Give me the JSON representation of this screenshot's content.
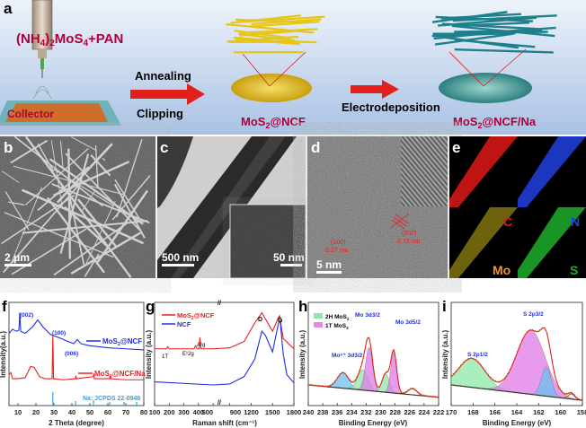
{
  "panel_a": {
    "letter": "a",
    "precursor": {
      "p1": "(NH",
      "s1": "4",
      "p2": ")",
      "s2": "2",
      "p3": "MoS",
      "s3": "4",
      "p4": "+PAN"
    },
    "collector": "Collector",
    "step1_top": "Annealing",
    "step1_bottom": "Clipping",
    "product1": {
      "pre": "MoS",
      "sub": "2",
      "post": "@NCF"
    },
    "step2": "Electrodeposition",
    "product2": {
      "pre": "MoS",
      "sub": "2",
      "post": "@NCF/Na"
    },
    "colors": {
      "label": "#b0003a",
      "arrow": "#e0201b",
      "fiber1": "#e6c619",
      "fiber2": "#1f7f8c"
    }
  },
  "panel_b": {
    "letter": "b",
    "scale": "2 μm"
  },
  "panel_c": {
    "letter": "c",
    "scale": "500 nm",
    "inset_scale": "50 nm"
  },
  "panel_d": {
    "letter": "d",
    "scale": "5 nm",
    "plane1": "(002)",
    "spacing1": "0.72 nm",
    "plane2": "(100)",
    "spacing2": "0.27 nm"
  },
  "panel_e": {
    "letter": "e",
    "maps": [
      {
        "element": "C",
        "color": "#e01818"
      },
      {
        "element": "N",
        "color": "#2040e0"
      },
      {
        "element": "Mo",
        "color": "#c8b418"
      },
      {
        "element": "S",
        "color": "#1fae2a"
      }
    ]
  },
  "chart_data": [
    {
      "panel": "f",
      "type": "line",
      "xlabel": "2 Theta (degree)",
      "ylabel": "Intensity(a.u.)",
      "xlim": [
        5,
        80
      ],
      "ylim": [
        0,
        100
      ],
      "xticks": [
        10,
        20,
        30,
        40,
        50,
        60,
        70,
        80
      ],
      "series": [
        {
          "name": {
            "pre": "MoS",
            "sub": "2",
            "post": "@NCF"
          },
          "color": "#1f2fe6",
          "x": [
            5,
            7,
            9,
            10.5,
            11,
            11.5,
            14,
            18,
            21,
            24,
            28,
            31,
            34,
            38,
            41,
            43,
            45,
            50,
            55,
            60,
            70,
            80
          ],
          "y": [
            70,
            74,
            72,
            73,
            90,
            72,
            70,
            76,
            83,
            76,
            69,
            67,
            65,
            62,
            60,
            64,
            60,
            58,
            57,
            56,
            55,
            54
          ]
        },
        {
          "name": {
            "pre": "MoS",
            "sub": "2",
            "post": "@NCF/Na"
          },
          "color": "#e82020",
          "x": [
            5,
            6,
            7,
            10,
            14,
            17,
            19,
            22,
            25,
            29,
            29.4,
            29.8,
            35,
            42,
            42.2,
            42.5,
            52,
            52.2,
            52.5,
            61,
            61.2,
            61.5,
            70,
            80
          ],
          "y": [
            30,
            32,
            26,
            26,
            27,
            38,
            37,
            28,
            26,
            26,
            68,
            26,
            25,
            26,
            29,
            26,
            28,
            31,
            26,
            26,
            29,
            26,
            25,
            25
          ]
        }
      ],
      "reference": {
        "label": "Na: JCPDS 22-0948",
        "color": "#29a8e8",
        "x": [
          29.4,
          42,
          52,
          61,
          69,
          76
        ],
        "y": [
          15,
          5,
          6,
          4,
          4,
          4
        ]
      },
      "annotations": [
        "(002)",
        "(100)",
        "(006)"
      ]
    },
    {
      "panel": "g",
      "type": "line",
      "xlabel": "Raman shift (cm⁻¹)",
      "ylabel": "Intensity (a.u.)",
      "segments": [
        [
          100,
          500
        ],
        [
          900,
          1800
        ]
      ],
      "ylim": [
        0,
        100
      ],
      "xticks": [
        100,
        200,
        300,
        400,
        500,
        900,
        1200,
        1500,
        1800
      ],
      "series": [
        {
          "name": {
            "pre": "MoS",
            "sub": "2",
            "post": "@NCF"
          },
          "color": "#e82020",
          "x": [
            100,
            180,
            190,
            200,
            370,
            380,
            390,
            405,
            410,
            418,
            500,
            900,
            1100,
            1250,
            1350,
            1450,
            1500,
            1580,
            1600,
            1650,
            1800
          ],
          "y": [
            55,
            55,
            57,
            55,
            55,
            58,
            55,
            55,
            66,
            55,
            55,
            56,
            62,
            80,
            90,
            78,
            72,
            85,
            87,
            65,
            55
          ]
        },
        {
          "name": {
            "pre": "NCF",
            "sub": "",
            "post": ""
          },
          "color": "#1f2fe6",
          "x": [
            100,
            500,
            900,
            1100,
            1250,
            1350,
            1400,
            1500,
            1590,
            1610,
            1650,
            1700,
            1800
          ],
          "y": [
            23,
            20,
            21,
            28,
            45,
            72,
            68,
            52,
            82,
            80,
            50,
            30,
            22
          ]
        }
      ],
      "annotations": [
        "1T",
        "E¹2g",
        "A¹g",
        "D",
        "G"
      ]
    },
    {
      "panel": "h",
      "type": "area",
      "xlabel": "Binding Energy (eV)",
      "ylabel": "Intensity (a.u.)",
      "xlim": [
        240,
        222
      ],
      "ylim": [
        0,
        100
      ],
      "xticks": [
        240,
        238,
        236,
        234,
        232,
        230,
        228,
        226,
        224,
        222
      ],
      "baseline": [
        [
          240,
          20
        ],
        [
          222,
          8
        ]
      ],
      "legend": [
        {
          "label": {
            "pre": "2H MoS",
            "sub": "2"
          },
          "color": "#8fe8a8"
        },
        {
          "label": {
            "pre": "1T MoS",
            "sub": "2"
          },
          "color": "#e48ae8"
        }
      ],
      "components": [
        {
          "center": 235.2,
          "amp": 15,
          "width": 0.8,
          "color": "#6cc0f0"
        },
        {
          "center": 232.5,
          "amp": 20,
          "width": 0.7,
          "color": "#8fe8a8"
        },
        {
          "center": 231.6,
          "amp": 42,
          "width": 0.5,
          "color": "#e07ae6"
        },
        {
          "center": 229.3,
          "amp": 18,
          "width": 0.5,
          "color": "#8fe8a8"
        },
        {
          "center": 228.2,
          "amp": 40,
          "width": 0.4,
          "color": "#e07ae6"
        },
        {
          "center": 225.6,
          "amp": 6,
          "width": 0.6,
          "color": "none"
        }
      ],
      "annotations": [
        "Mo⁶⁺ 3d3/2",
        "Mo 3d3/2",
        "Mo 3d5/2"
      ]
    },
    {
      "panel": "i",
      "type": "area",
      "xlabel": "Binding Energy (eV)",
      "ylabel": "Intensity (a.u.)",
      "xlim": [
        170,
        158
      ],
      "ylim": [
        0,
        100
      ],
      "xticks": [
        170,
        168,
        166,
        164,
        162,
        160,
        158
      ],
      "baseline": [
        [
          170,
          20
        ],
        [
          158,
          5
        ]
      ],
      "components": [
        {
          "center": 168.1,
          "amp": 28,
          "width": 1.2,
          "color": "#8fe8a8"
        },
        {
          "center": 162.7,
          "amp": 62,
          "width": 1.3,
          "color": "#e07ae6"
        },
        {
          "center": 161.3,
          "amp": 28,
          "width": 0.45,
          "color": "#6cc0f0"
        },
        {
          "center": 159.0,
          "amp": 5,
          "width": 0.3,
          "color": "none"
        }
      ],
      "annotations": [
        "S 2p1/2",
        "S 2p3/2"
      ]
    }
  ]
}
